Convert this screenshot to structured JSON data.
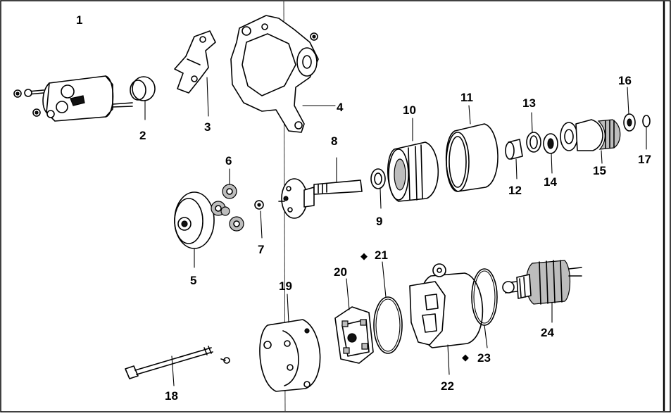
{
  "diagram": {
    "labels": {
      "p1": "1",
      "p2": "2",
      "p3": "3",
      "p4": "4",
      "p5": "5",
      "p6": "6",
      "p7": "7",
      "p8": "8",
      "p9": "9",
      "p10": "10",
      "p11": "11",
      "p12": "12",
      "p13": "13",
      "p14": "14",
      "p15": "15",
      "p16": "16",
      "p17": "17",
      "p18": "18",
      "p19": "19",
      "p20": "20",
      "p21": "21",
      "p22": "22",
      "p23": "23",
      "p24": "24"
    },
    "marks": {
      "non_reusable_symbol": "◆"
    },
    "colors": {
      "ink": "#000000",
      "paper": "#ffffff"
    }
  }
}
